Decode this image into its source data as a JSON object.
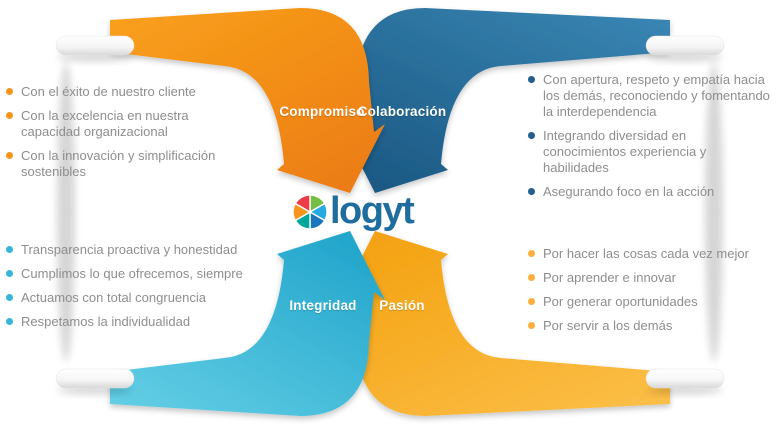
{
  "logo": {
    "text": "logyt",
    "text_color": "#1e6d9e",
    "ball_colors": [
      "#72bf44",
      "#27aae1",
      "#1b75bc",
      "#00a79d",
      "#f7941e",
      "#ed3b48"
    ]
  },
  "quadrants": [
    {
      "id": "compromiso",
      "label": "Compromiso",
      "color": "#f7941e",
      "bullets": [
        "Con el éxito de nuestro cliente",
        "Con la excelencia en nuestra capacidad organizacional",
        "Con la innovación y simplificación sostenibles"
      ]
    },
    {
      "id": "colaboracion",
      "label": "Colaboración",
      "color": "#215e8c",
      "bullets": [
        "Con apertura, respeto y empatía hacia los demás, reconociendo y fomentando la interdependencia",
        "Integrando diversidad en conocimientos experiencia y habilidades",
        "Asegurando foco en la acción"
      ]
    },
    {
      "id": "integridad",
      "label": "Integridad",
      "color": "#38b6d8",
      "bullets": [
        "Transparencia proactiva y honestidad",
        "Cumplimos lo que ofrecemos, siempre",
        "Actuamos con total congruencia",
        "Respetamos la individualidad"
      ]
    },
    {
      "id": "pasion",
      "label": "Pasión",
      "color": "#fbb03b",
      "bullets": [
        "Por hacer las cosas cada vez mejor",
        "Por aprender e innovar",
        "Por generar oportunidades",
        "Por servir a los demás"
      ]
    }
  ]
}
